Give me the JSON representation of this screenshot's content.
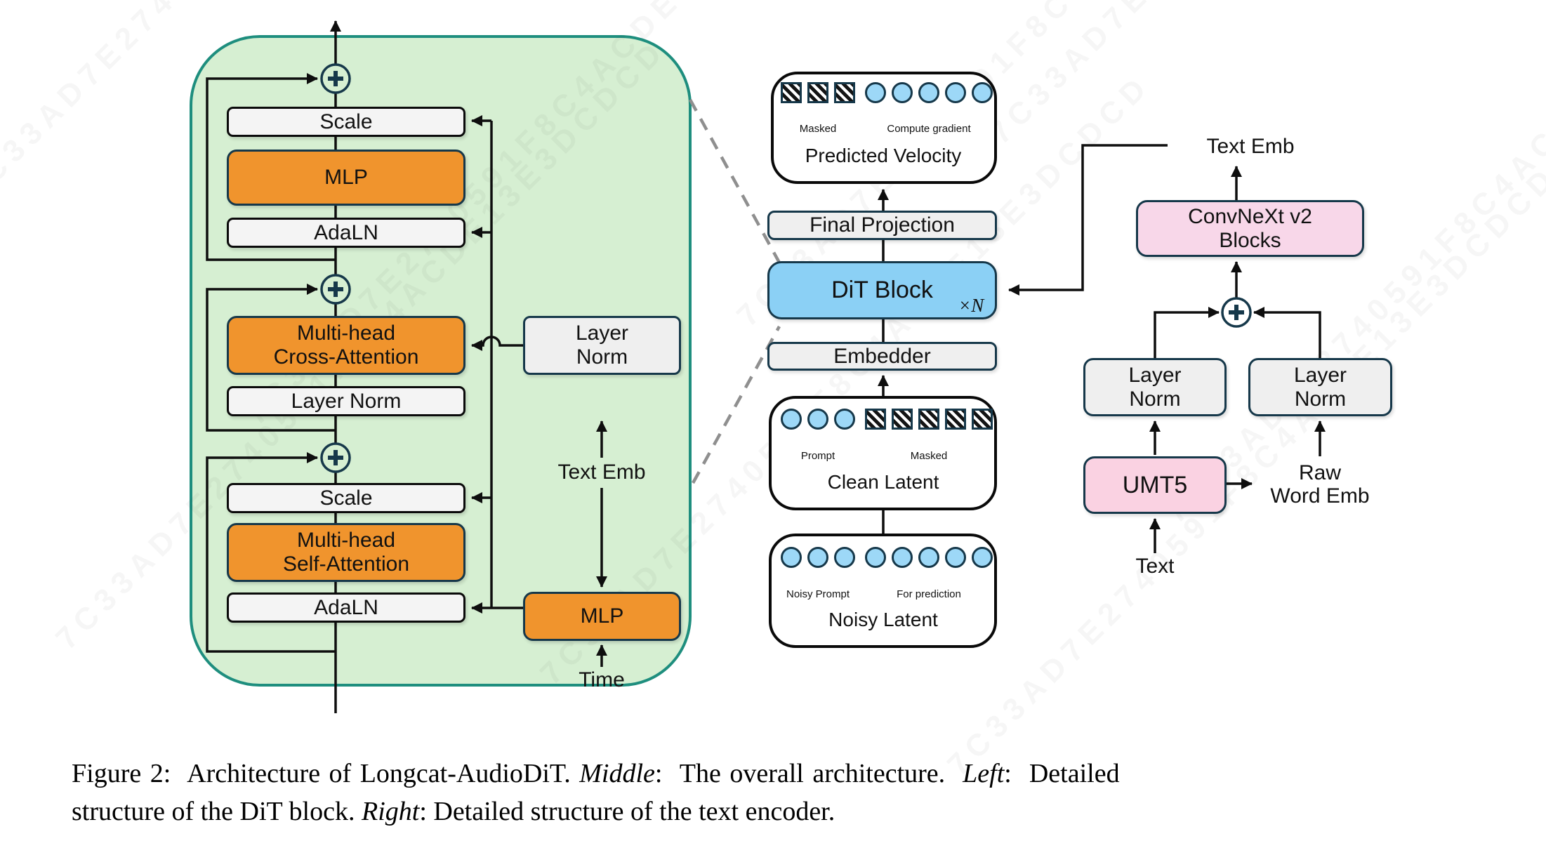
{
  "watermark": {
    "text": "7C33AD7E2740591F8C4ACDE13E3DCDCD"
  },
  "colors": {
    "green_fill": "#d6efd2",
    "green_border": "#1e8e7e",
    "orange": "#f0942d",
    "dit_blue": "#8bd0f5",
    "token_blue": "#9dd8f7",
    "convnext_pink": "#f8d7e9",
    "umt5_pink": "#fad2e2",
    "gray_box": "#f1f1f1",
    "outline_navy": "#16384a"
  },
  "dit_block_panel": {
    "scale_top": "Scale",
    "mlp": "MLP",
    "adaln_top": "AdaLN",
    "cross_attention_line1": "Multi-head",
    "cross_attention_line2": "Cross-Attention",
    "layer_norm_inner": "Layer Norm",
    "scale_bottom": "Scale",
    "self_attention_line1": "Multi-head",
    "self_attention_line2": "Self-Attention",
    "adaln_bottom": "AdaLN",
    "layer_norm_right_line1": "Layer",
    "layer_norm_right_line2": "Norm",
    "text_emb_label": "Text Emb",
    "mlp_right": "MLP",
    "time_label": "Time"
  },
  "middle_panel": {
    "predicted_velocity": {
      "title": "Predicted Velocity",
      "masked_label": "Masked",
      "compute_gradient_label": "Compute gradient",
      "masked_tokens": [
        "masked",
        "masked",
        "masked"
      ],
      "gradient_tokens": [
        "blue",
        "blue",
        "blue",
        "blue",
        "blue"
      ]
    },
    "final_projection": "Final Projection",
    "dit_block": "DiT Block",
    "dit_block_repeat": "×N",
    "embedder": "Embedder",
    "clean_latent": {
      "title": "Clean Latent",
      "prompt_label": "Prompt",
      "masked_label": "Masked",
      "prompt_tokens": [
        "blue",
        "blue",
        "blue"
      ],
      "masked_tokens": [
        "masked",
        "masked",
        "masked",
        "masked",
        "masked"
      ]
    },
    "noisy_latent": {
      "title": "Noisy Latent",
      "noisy_prompt_label": "Noisy Prompt",
      "for_prediction_label": "For prediction",
      "noisy_prompt_tokens": [
        "blue",
        "blue",
        "blue"
      ],
      "prediction_tokens": [
        "blue",
        "blue",
        "blue",
        "blue",
        "blue"
      ]
    }
  },
  "text_encoder_panel": {
    "text_emb_label": "Text Emb",
    "convnext_line1": "ConvNeXt v2",
    "convnext_line2": "Blocks",
    "layer_norm_left_line1": "Layer",
    "layer_norm_left_line2": "Norm",
    "layer_norm_right_line1": "Layer",
    "layer_norm_right_line2": "Norm",
    "umt5": "UMT5",
    "raw_word_emb_line1": "Raw",
    "raw_word_emb_line2": "Word Emb",
    "text_label": "Text"
  },
  "caption": {
    "part1": "Figure 2:  Architecture of Longcat-AudioDiT. ",
    "part2_italic": "Middle",
    "part3": ":  The overall architecture.  ",
    "part4_italic": "Left",
    "part5": ":  Detailed",
    "part6": "structure of the DiT block. ",
    "part7_italic": "Right",
    "part8": ": Detailed structure of the text encoder."
  }
}
